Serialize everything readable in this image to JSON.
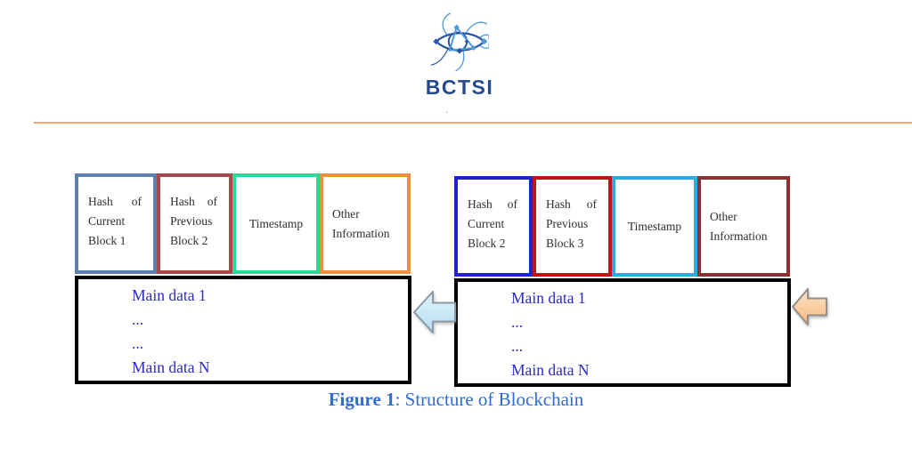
{
  "brand": {
    "logo_text": "BCTSI",
    "logo_text_color": "#274a8d",
    "logo_primary_color": "#2b55a4",
    "logo_secondary_color": "#4e9bd5",
    "divider_color": "#f0a878",
    "stray_mark": "."
  },
  "diagram": {
    "blocks": [
      {
        "cells": [
          {
            "word1": "Hash",
            "word2": "of",
            "line2": "Current",
            "line3": "Block 1",
            "border_color": "#5b7fae"
          },
          {
            "word1": "Hash",
            "word2": "of",
            "line2": "Previous",
            "line3": "Block 2",
            "border_color": "#a84848"
          },
          {
            "label": "Timestamp",
            "border_color": "#2ed796"
          },
          {
            "line1": "Other",
            "line2": "Information",
            "border_color": "#ee8f3e"
          }
        ],
        "data_lines": [
          "Main data 1",
          "...",
          "...",
          "Main data N"
        ],
        "data_text_color": "#2a2ac2"
      },
      {
        "cells": [
          {
            "word1": "Hash",
            "word2": "of",
            "line2": "Current",
            "line3": "Block 2",
            "border_color": "#2222cc"
          },
          {
            "word1": "Hash",
            "word2": "of",
            "line2": "Previous",
            "line3": "Block 3",
            "border_color": "#c01414"
          },
          {
            "label": "Timestamp",
            "border_color": "#29ace0"
          },
          {
            "line1": "Other",
            "line2": "Information",
            "border_color": "#8e3030"
          }
        ],
        "data_lines": [
          "Main data 1",
          "...",
          "...",
          "Main data N"
        ],
        "data_text_color": "#2a2ac2"
      }
    ],
    "arrows": [
      {
        "name": "between-blocks-left-arrow",
        "direction": "left",
        "fill_top": "#e2f3fb",
        "fill_bottom": "#b5dcf0",
        "stroke": "#8a99a8"
      },
      {
        "name": "right-edge-left-arrow",
        "direction": "left",
        "fill_top": "#fee4c8",
        "fill_bottom": "#f7b87d",
        "stroke": "#918e8b"
      }
    ]
  },
  "caption": {
    "label": "Figure 1",
    "text": ": Structure of Blockchain",
    "color": "#2e6bd4"
  }
}
